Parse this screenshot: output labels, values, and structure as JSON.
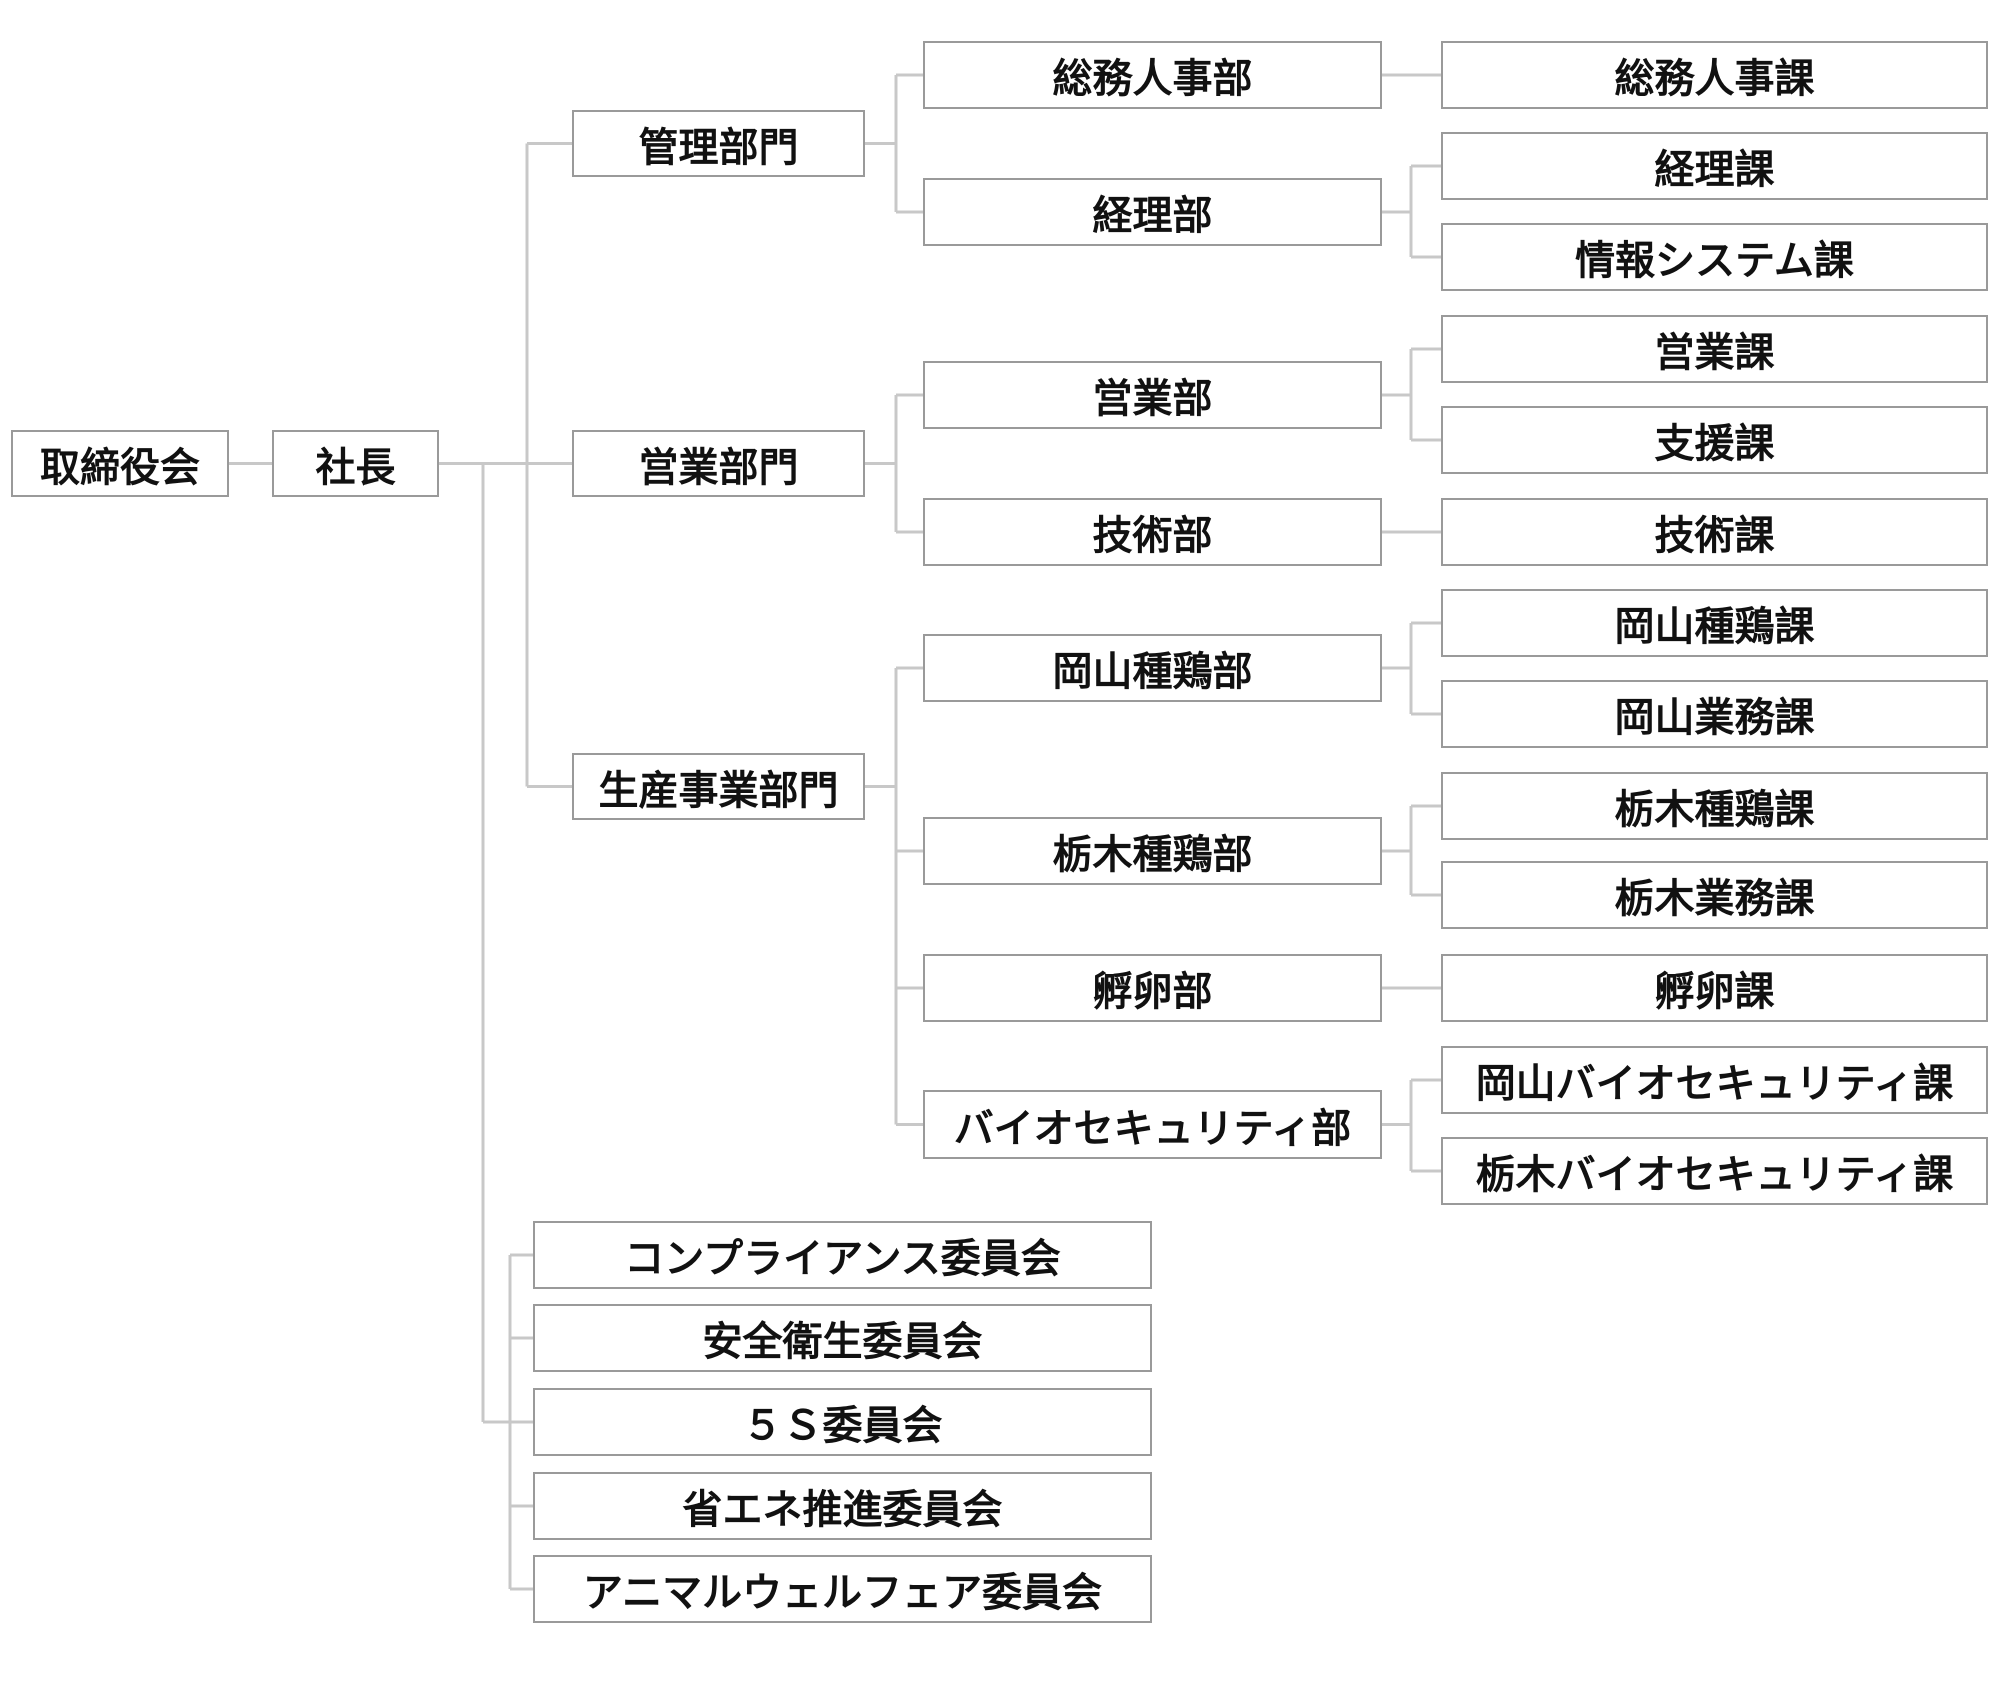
{
  "colors": {
    "connector": "#c8c8c8",
    "border": "#9a9a9a",
    "text": "#111111"
  },
  "chart": {
    "root": {
      "id": "board",
      "label": "取締役会"
    },
    "president": {
      "id": "president",
      "label": "社長"
    },
    "divisions": [
      {
        "id": "div-admin",
        "label": "管理部門",
        "departments": [
          {
            "id": "dept-general-affairs",
            "label": "総務人事部",
            "sections": [
              "総務人事課"
            ]
          },
          {
            "id": "dept-accounting",
            "label": "経理部",
            "sections": [
              "経理課",
              "情報システム課"
            ]
          }
        ]
      },
      {
        "id": "div-sales",
        "label": "営業部門",
        "departments": [
          {
            "id": "dept-sales",
            "label": "営業部",
            "sections": [
              "営業課",
              "支援課"
            ]
          },
          {
            "id": "dept-technical",
            "label": "技術部",
            "sections": [
              "技術課"
            ]
          }
        ]
      },
      {
        "id": "div-production",
        "label": "生産事業部門",
        "departments": [
          {
            "id": "dept-okayama-breeding",
            "label": "岡山種鶏部",
            "sections": [
              "岡山種鶏課",
              "岡山業務課"
            ]
          },
          {
            "id": "dept-tochigi-breeding",
            "label": "栃木種鶏部",
            "sections": [
              "栃木種鶏課",
              "栃木業務課"
            ]
          },
          {
            "id": "dept-hatching",
            "label": "孵卵部",
            "sections": [
              "孵卵課"
            ]
          },
          {
            "id": "dept-biosecurity",
            "label": "バイオセキュリティ部",
            "sections": [
              "岡山バイオセキュリティ課",
              "栃木バイオセキュリティ課"
            ]
          }
        ]
      }
    ],
    "committees": [
      "コンプライアンス委員会",
      "安全衛生委員会",
      "５Ｓ委員会",
      "省エネ推進委員会",
      "アニマルウェルフェア委員会"
    ]
  }
}
